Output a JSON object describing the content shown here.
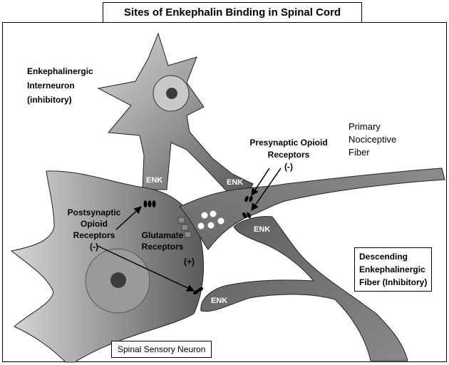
{
  "title": "Sites of Enkephalin Binding in Spinal Cord",
  "labels": {
    "interneuron": [
      "Enkephalinergic",
      "Interneuron",
      "(inhibitory)"
    ],
    "primary_fiber": [
      "Primary",
      "Nociceptive",
      "Fiber"
    ],
    "presynaptic": [
      "Presynaptic Opioid",
      "Receptors",
      "(-)"
    ],
    "postsynaptic": [
      "Postsynaptic",
      "Opioid",
      "Receptors",
      "(-)"
    ],
    "glutamate": [
      "Glutamate",
      "Receptors"
    ],
    "plus": "(+)",
    "descending": [
      "Descending",
      "Enkephalinergic",
      "Fiber (Inhibitory)"
    ],
    "sensory_neuron": "Spinal Sensory Neuron",
    "enk": "ENK"
  },
  "colors": {
    "cell_dark": "#5a5a5a",
    "cell_light": "#bdbdbd",
    "nucleus": "#9a9a9a",
    "nucleolus": "#3c3c3c"
  }
}
